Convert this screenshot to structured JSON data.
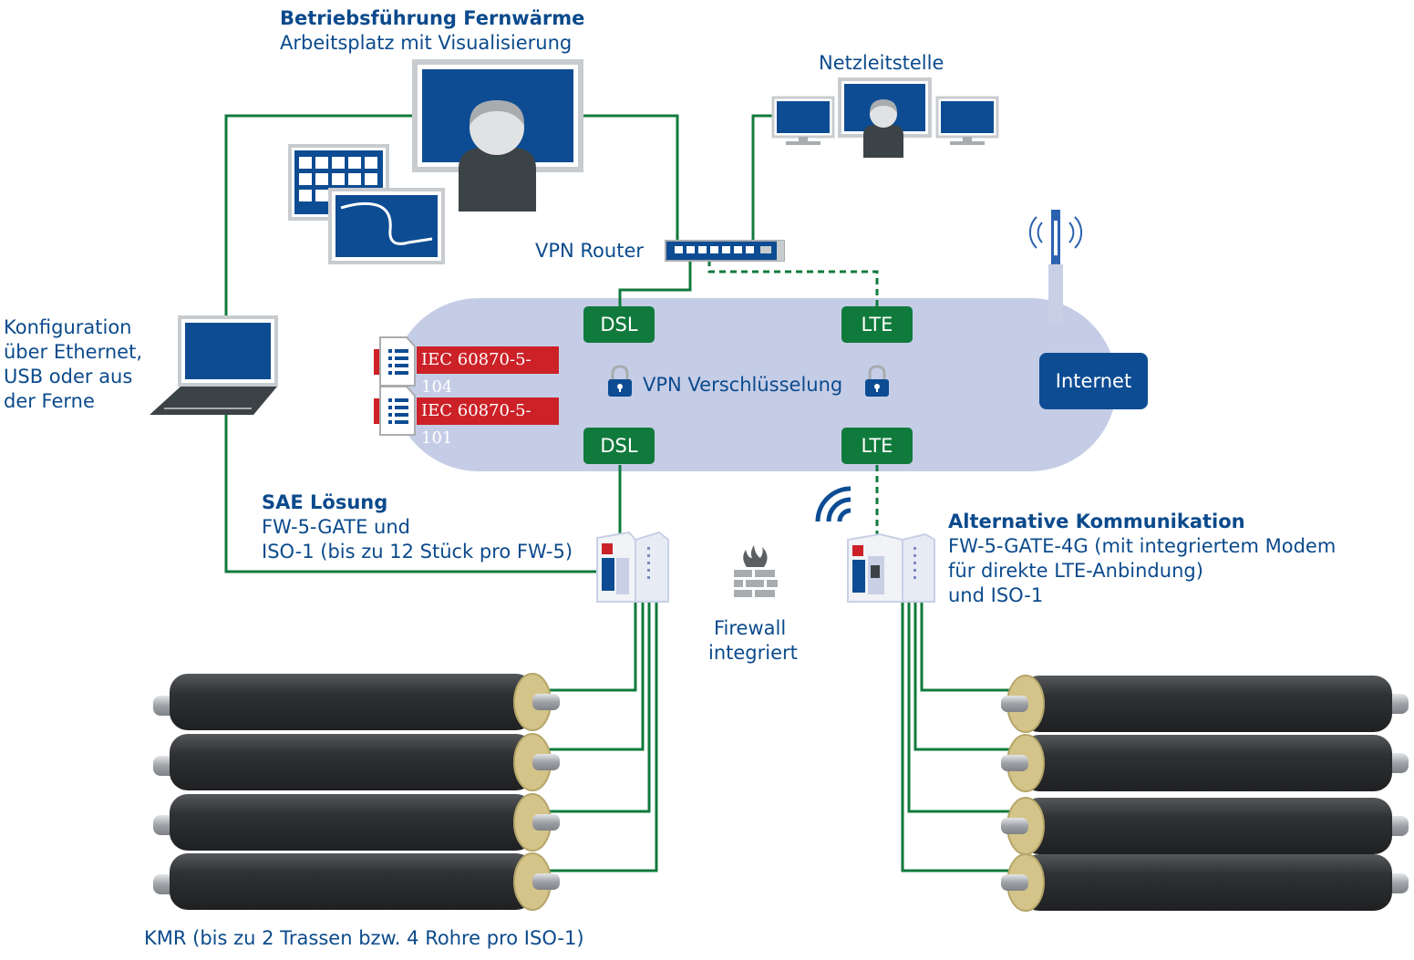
{
  "labels": {
    "betrieb_title": "Betriebsführung Fernwärme",
    "betrieb_sub": "Arbeitsplatz mit Visualisierung",
    "netzleitstelle": "Netzleitstelle",
    "vpn_router": "VPN Router",
    "config_line1": "Konfiguration",
    "config_line2": "über Ethernet,",
    "config_line3": "USB oder aus",
    "config_line4": "der Ferne",
    "iec104": "IEC 60870-5-104",
    "iec101": "IEC 60870-5-101",
    "vpn_verschluesselung": "VPN Verschlüsselung",
    "internet": "Internet",
    "dsl": "DSL",
    "lte": "LTE",
    "sae_title": "SAE Lösung",
    "sae_line1": "FW-5-GATE und",
    "sae_line2": "ISO-1 (bis zu 12 Stück pro FW-5)",
    "alt_title": "Alternative Kommunikation",
    "alt_line1": "FW-5-GATE-4G (mit integriertem Modem",
    "alt_line2": "für direkte LTE-Anbindung)",
    "alt_line3": "und ISO-1",
    "firewall_line1": "Firewall",
    "firewall_line2": "integriert",
    "kmr": "KMR (bis zu 2 Trassen bzw. 4 Rohre pro ISO-1)"
  },
  "colors": {
    "primary_blue": "#0b4a8c",
    "screen_blue": "#0d4c93",
    "link_green": "#107a3c",
    "cloud": "#c5cde6",
    "iec_red": "#cc2127",
    "pipe_jacket": "#2f3133",
    "pipe_insulation": "#d4c48a"
  },
  "icons": [
    "workstation-monitor-icon",
    "user-icon",
    "table-window-icon",
    "chart-window-icon",
    "laptop-icon",
    "monitor-icon",
    "router-icon",
    "antenna-icon",
    "document-icon",
    "lock-icon",
    "wifi-icon",
    "firewall-icon",
    "device-icon",
    "pipe-icon"
  ]
}
